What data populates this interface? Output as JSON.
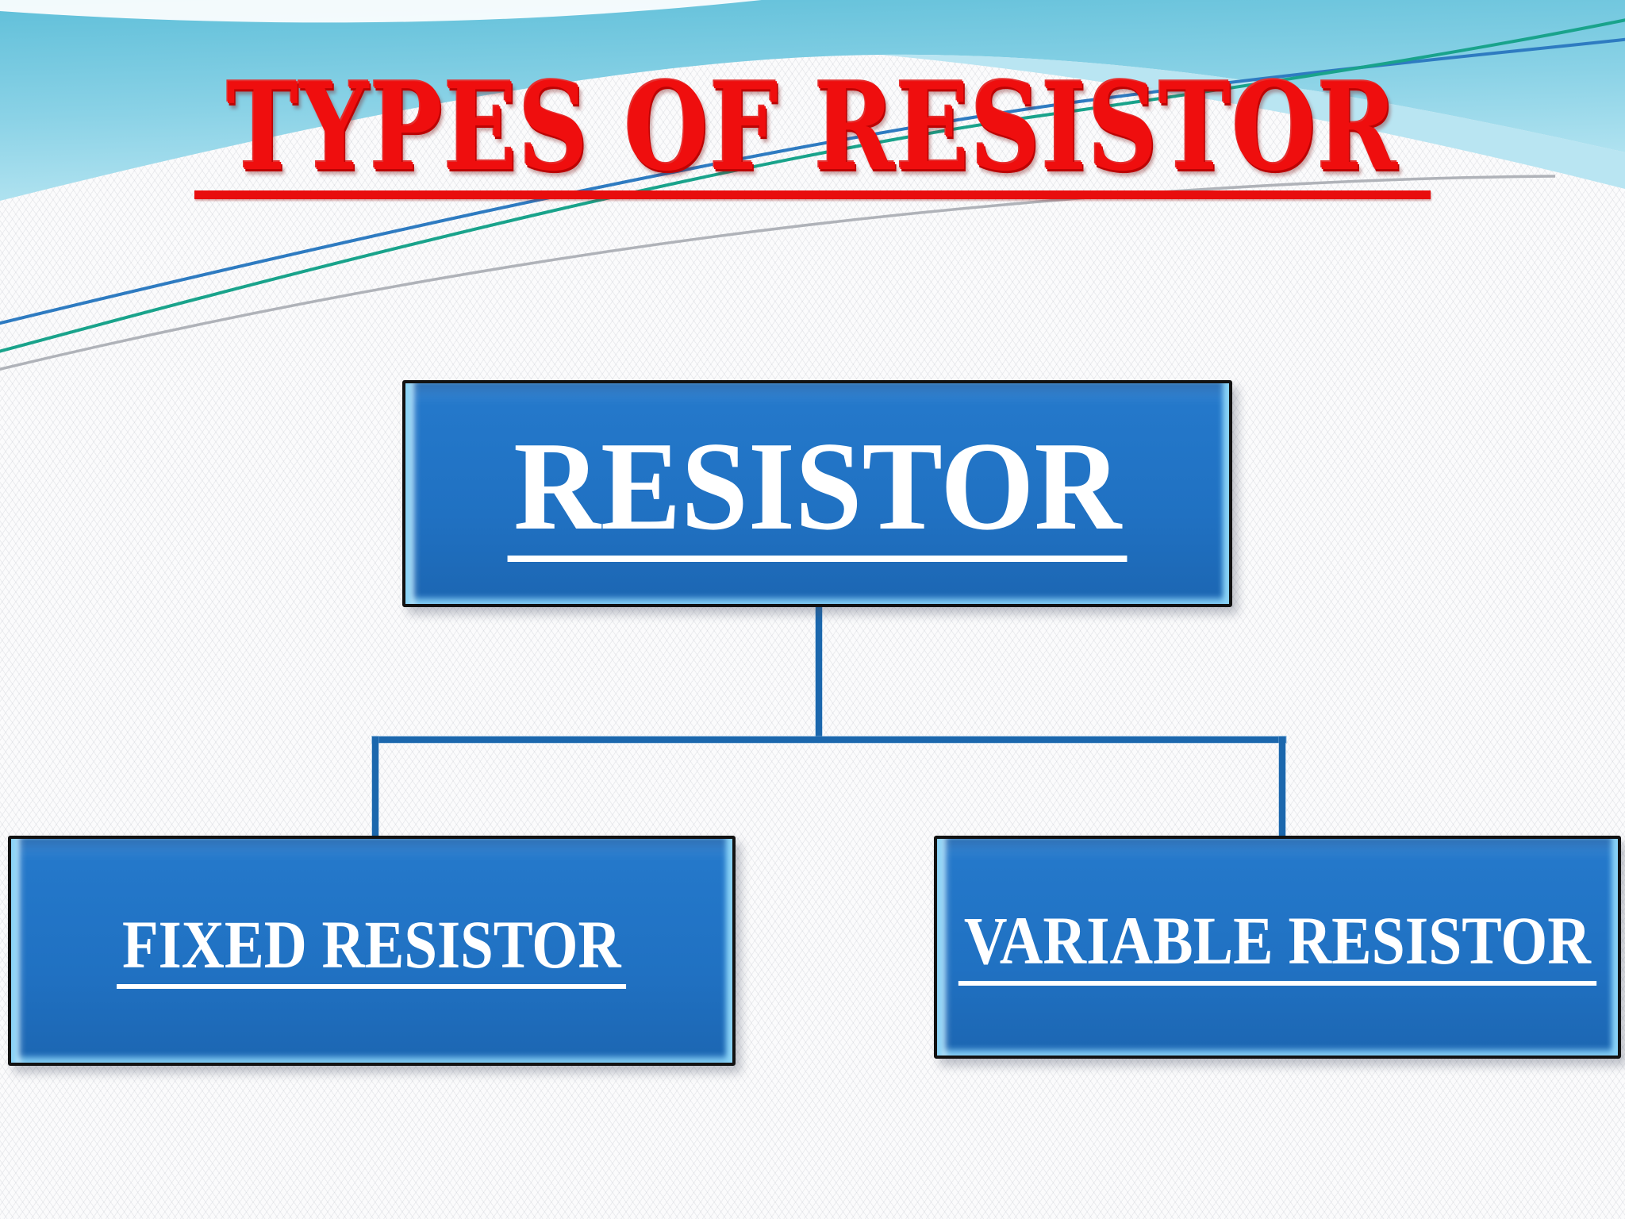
{
  "slide": {
    "title": "TYPES OF RESISTOR",
    "title_color": "#EF0E0E",
    "title_underline_color": "#E80D0D",
    "background_texture": "light zigzag on white",
    "header_wave_colors": {
      "sky_top": "#5FBFD9",
      "sky_bottom": "#A9DFEE",
      "secondary_band": "#B9E5F2",
      "swoosh": "#FFFFFF",
      "line_teal": "#19A38B",
      "line_blue": "#2E7BC1",
      "line_gray": "#A7ABB1"
    }
  },
  "diagram": {
    "type": "hierarchy",
    "box_fill": "#2071C2",
    "box_border": "#121212",
    "box_bevel": "#8AD3F7",
    "label_color": "#FFFFFF",
    "connector_color": "#1B67AD",
    "root": {
      "label": "RESISTOR"
    },
    "children": [
      {
        "label": "FIXED RESISTOR"
      },
      {
        "label": "VARIABLE RESISTOR"
      }
    ]
  }
}
